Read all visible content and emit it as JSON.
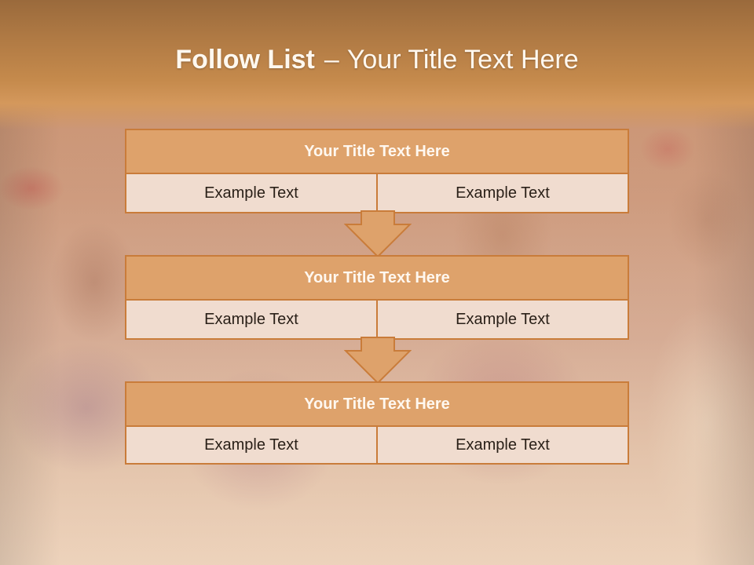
{
  "title": {
    "bold": "Follow List",
    "separator": "–",
    "rest": "Your Title Text Here"
  },
  "colors": {
    "accent": "#c97c3a",
    "header_fill": "#dea26b",
    "cell_fill": "#f0dccf",
    "title_text": "#fff8ef"
  },
  "blocks": [
    {
      "title": "Your Title Text Here",
      "cells": [
        "Example Text",
        "Example Text"
      ]
    },
    {
      "title": "Your Title Text Here",
      "cells": [
        "Example Text",
        "Example Text"
      ]
    },
    {
      "title": "Your Title Text Here",
      "cells": [
        "Example Text",
        "Example Text"
      ]
    }
  ],
  "connectors": [
    "arrow-down-icon",
    "arrow-down-icon"
  ]
}
